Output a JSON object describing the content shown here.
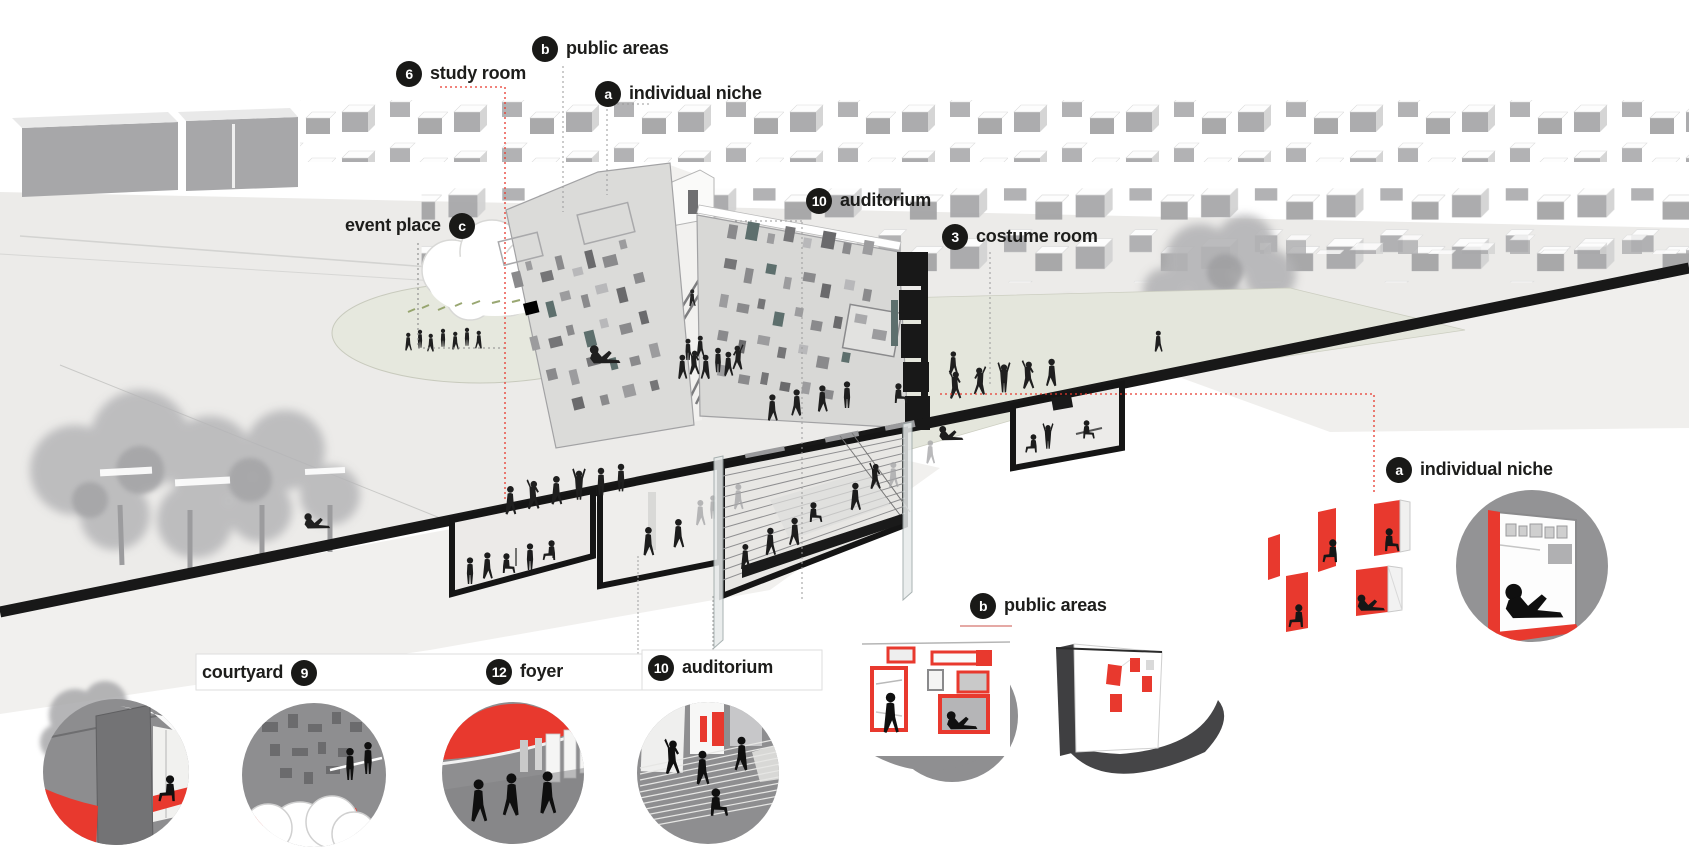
{
  "labels": {
    "study_room": {
      "badge": "6",
      "text": "study room"
    },
    "public_areas_top": {
      "badge": "b",
      "text": "public areas"
    },
    "individual_niche_top": {
      "badge": "a",
      "text": "individual niche"
    },
    "event_place": {
      "badge": "c",
      "text": "event place"
    },
    "auditorium_top": {
      "badge": "10",
      "text": "auditorium"
    },
    "costume_room": {
      "badge": "3",
      "text": "costume room"
    },
    "individual_niche_right": {
      "badge": "a",
      "text": "individual niche"
    },
    "public_areas_bottom": {
      "badge": "b",
      "text": "public areas"
    },
    "courtyard": {
      "badge": "9",
      "text": "courtyard"
    },
    "foyer": {
      "badge": "12",
      "text": "foyer"
    },
    "auditorium_bottom": {
      "badge": "10",
      "text": "auditorium"
    }
  },
  "colors": {
    "accent_red": "#e8392e",
    "ink_black": "#1d1d1b",
    "badge_black": "#191917",
    "circle_gray": "#8e8e90",
    "band_black": "#181818"
  }
}
